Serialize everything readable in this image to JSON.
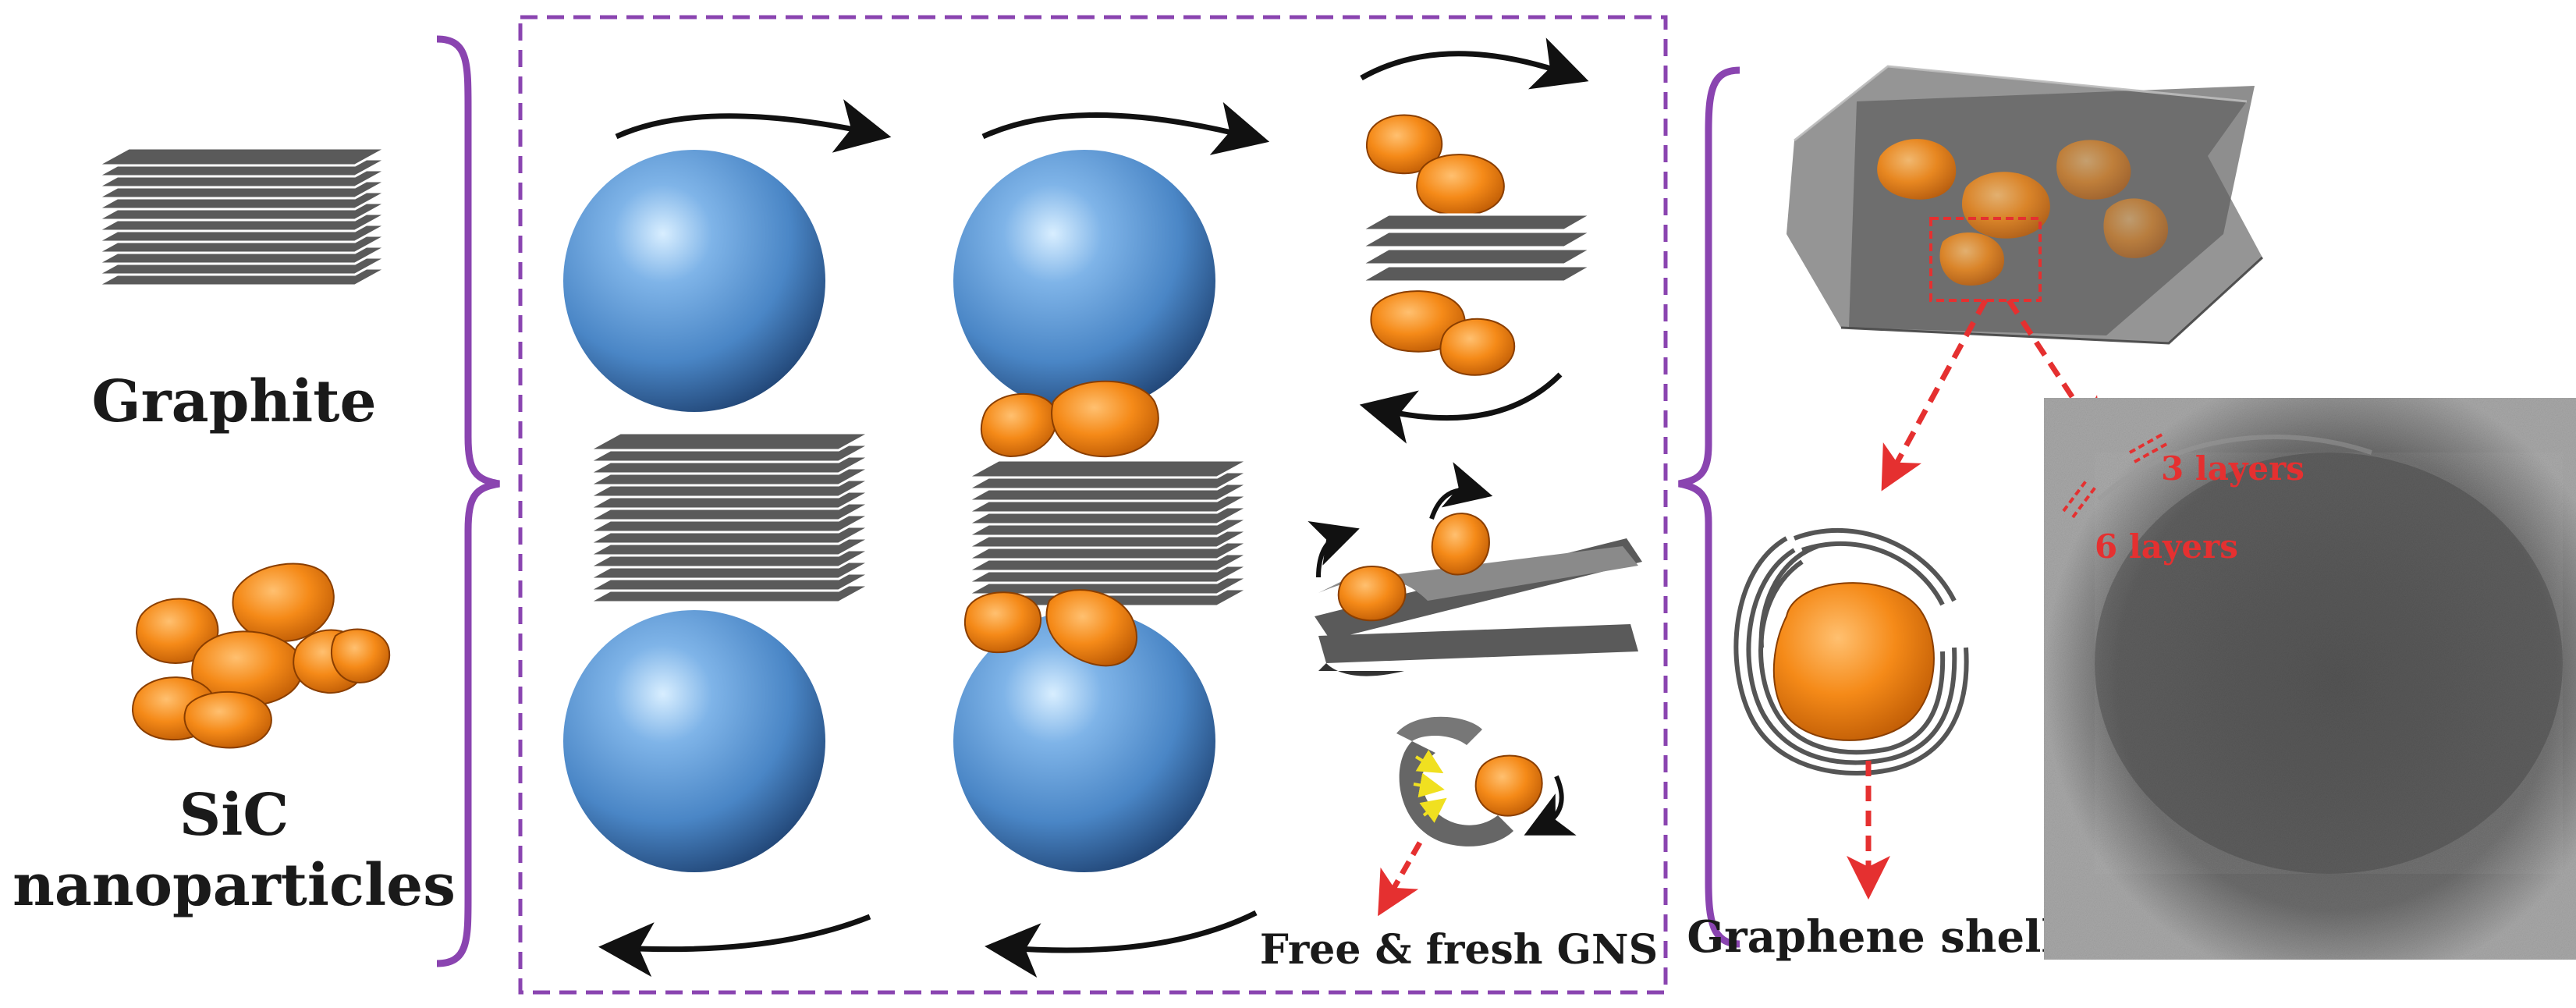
{
  "labels": {
    "graphite": "Graphite",
    "sic_line1": "SiC",
    "sic_line2": "nanoparticles",
    "free_gns": "Free & fresh GNS",
    "graphene_shell": "Graphene shell",
    "three_layers": "3 layers",
    "six_layers": "6 layers"
  },
  "colors": {
    "ball_blue": "#4a86c6",
    "particle_orange": "#f07f10",
    "sheet_gray": "#555555",
    "bracket_purple": "#8a44b0",
    "dash_red": "#e53030",
    "arrow_black": "#111111",
    "label_black": "#1a1a1a"
  }
}
